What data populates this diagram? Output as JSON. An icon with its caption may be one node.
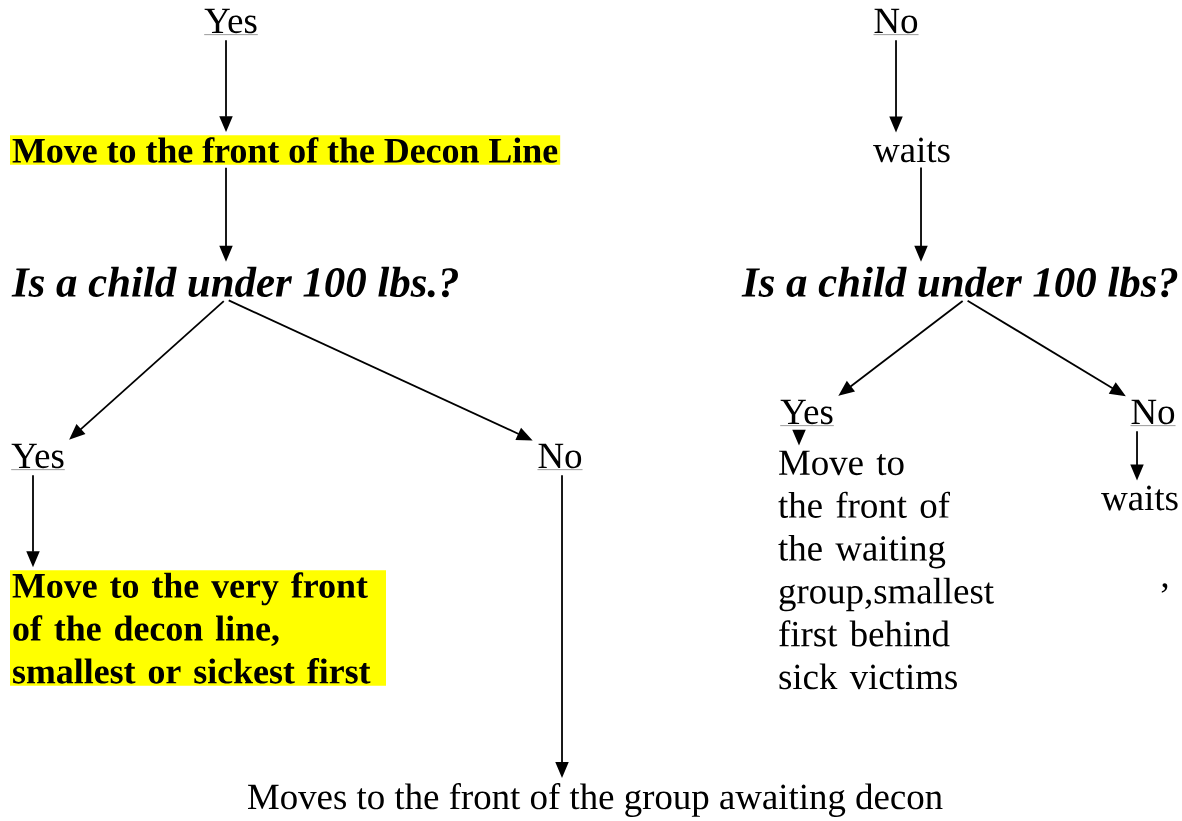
{
  "diagram": {
    "nodes": [
      {
        "text": [
          "Yes"
        ]
      },
      {
        "text": [
          "No"
        ]
      },
      {
        "text": [
          "Move to the front of the Decon Line"
        ]
      },
      {
        "text": [
          "waits"
        ]
      },
      {
        "text": [
          "Is a child under 100 lbs.?"
        ]
      },
      {
        "text": [
          "Is a child under 100 lbs?"
        ]
      },
      {
        "text": [
          "Yes"
        ]
      },
      {
        "text": [
          "No"
        ]
      },
      {
        "text": [
          "Yes"
        ]
      },
      {
        "text": [
          "No"
        ]
      },
      {
        "text": [
          "Move to the very front of the decon line, smallest or sickest first"
        ]
      },
      {
        "text": [
          "Moves to the front of the group awaiting decon"
        ]
      },
      {
        "text": [
          "Move to the front of the waiting group,smallest first behind sick victims"
        ]
      },
      {
        "text": [
          "waits"
        ]
      }
    ],
    "edges": [
      {
        "from": 0,
        "to": 2,
        "arrow": "to"
      },
      {
        "from": 1,
        "to": 3,
        "arrow": "to"
      },
      {
        "from": 2,
        "to": 4,
        "arrow": "to"
      },
      {
        "from": 3,
        "to": 5,
        "arrow": "to"
      },
      {
        "from": 4,
        "to": 6,
        "arrow": "to"
      },
      {
        "from": 4,
        "to": 7,
        "arrow": "to"
      },
      {
        "from": 5,
        "to": 8,
        "arrow": "to"
      },
      {
        "from": 5,
        "to": 9,
        "arrow": "to"
      },
      {
        "from": 6,
        "to": 10,
        "arrow": "to"
      },
      {
        "from": 7,
        "to": 11,
        "arrow": "to"
      },
      {
        "from": 8,
        "to": 12,
        "arrow": "to"
      },
      {
        "from": 9,
        "to": 13,
        "arrow": "to"
      }
    ],
    "labels": [
      ","
    ]
  }
}
